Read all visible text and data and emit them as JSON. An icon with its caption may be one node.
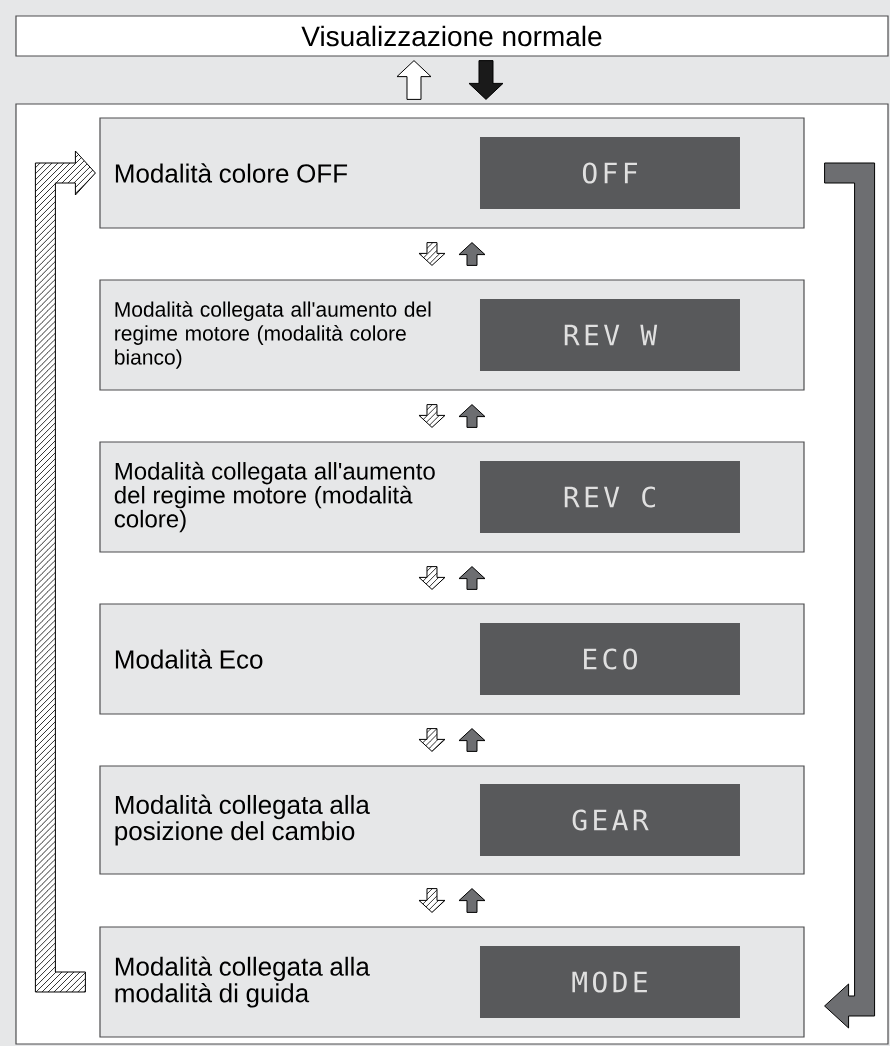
{
  "diagram": {
    "nodes": [
      {
        "text": [
          "Visualizzazione normale"
        ]
      },
      {
        "text": [],
        "shape": "box"
      },
      {
        "text": [
          "Modalità colore OFF"
        ],
        "in": 1
      },
      {
        "text": [
          "OFF"
        ],
        "in": 2
      },
      {
        "text": [
          "Modalità collegata all'aumento del regime motore (modalità colore bianco)"
        ],
        "in": 1
      },
      {
        "text": [
          "REV W"
        ],
        "in": 4
      },
      {
        "text": [
          "Modalità collegata all'aumento del regime motore (modalità colore)"
        ],
        "in": 1
      },
      {
        "text": [
          "REV C"
        ],
        "in": 6
      },
      {
        "text": [
          "Modalità Eco"
        ],
        "in": 1
      },
      {
        "text": [
          "ECO"
        ],
        "in": 8
      },
      {
        "text": [
          "Modalità collegata alla posizione del cambio"
        ],
        "in": 1
      },
      {
        "text": [
          "GEAR"
        ],
        "in": 10
      },
      {
        "text": [
          "Modalità collegata alla modalità di guida"
        ],
        "in": 1
      },
      {
        "text": [
          "MODE"
        ],
        "in": 12
      }
    ],
    "edges": [
      {
        "from": 1,
        "to": 0,
        "arrow": "to",
        "color": "#ffffff"
      },
      {
        "from": 0,
        "to": 1,
        "arrow": "to",
        "color": "#1a1a1a"
      },
      {
        "from": 2,
        "to": 4,
        "arrow": "to"
      },
      {
        "from": 4,
        "to": 2,
        "arrow": "to",
        "color": "#6d6e71"
      },
      {
        "from": 4,
        "to": 6,
        "arrow": "to"
      },
      {
        "from": 6,
        "to": 4,
        "arrow": "to",
        "color": "#6d6e71"
      },
      {
        "from": 6,
        "to": 8,
        "arrow": "to"
      },
      {
        "from": 8,
        "to": 6,
        "arrow": "to",
        "color": "#6d6e71"
      },
      {
        "from": 8,
        "to": 10,
        "arrow": "to"
      },
      {
        "from": 10,
        "to": 8,
        "arrow": "to",
        "color": "#6d6e71"
      },
      {
        "from": 10,
        "to": 12,
        "arrow": "to"
      },
      {
        "from": 12,
        "to": 10,
        "arrow": "to",
        "color": "#6d6e71"
      },
      {
        "from": 12,
        "to": 2,
        "arrow": "to"
      },
      {
        "from": 2,
        "to": 12,
        "arrow": "to",
        "color": "#6d6e71"
      }
    ]
  }
}
